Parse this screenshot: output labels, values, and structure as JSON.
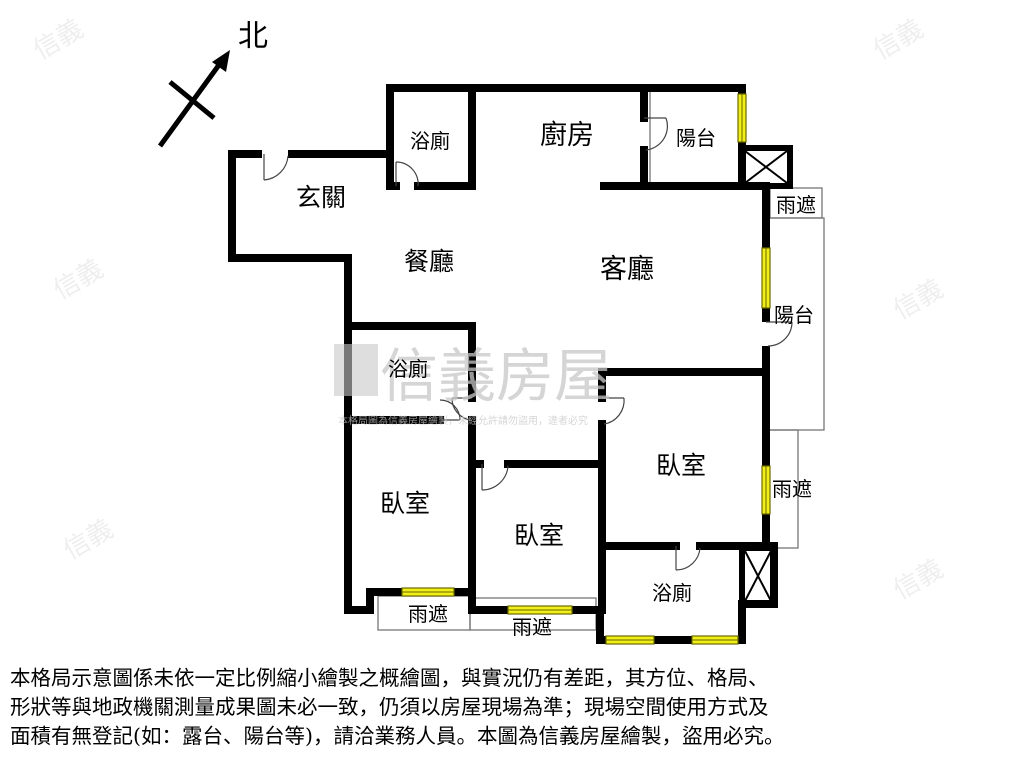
{
  "compass": {
    "label": "北"
  },
  "rooms": {
    "bathroom_top": "浴廁",
    "kitchen": "廚房",
    "balcony_top": "陽台",
    "entrance": "玄關",
    "dining": "餐廳",
    "living": "客廳",
    "rain_shelter_right_top": "雨遮",
    "balcony_right": "陽台",
    "bathroom_middle": "浴廁",
    "bedroom_right": "臥室",
    "rain_shelter_right_bottom": "雨遮",
    "bedroom_left": "臥室",
    "bedroom_middle": "臥室",
    "bathroom_bottom": "浴廁",
    "rain_shelter_bottom_left": "雨遮",
    "rain_shelter_bottom_middle": "雨遮"
  },
  "watermark": {
    "brand": "信義房屋",
    "notice": "本格局圖為信義房屋繪製，未經允許請勿盜用，違者必究",
    "logo_color": "#c8c8c8"
  },
  "disclaimer": {
    "line1": "本格局示意圖係未依一定比例縮小繪製之概繪圖，與實況仍有差距，其方位、格局、",
    "line2": "形狀等與地政機關測量成果圖未必一致，仍須以房屋現場為準；現場空間使用方式及",
    "line3": "面積有無登記(如：露台、陽台等)，請洽業務人員。本圖為信義房屋繪製，盜用必究。"
  },
  "colors": {
    "wall": "#000000",
    "window": "#f2ee1a"
  }
}
